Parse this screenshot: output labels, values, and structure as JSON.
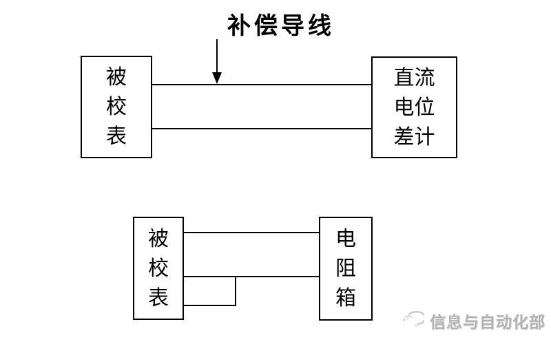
{
  "top_diagram": {
    "title": "补偿导线",
    "left_box_label": "被\n校\n表",
    "right_box_label": "直流\n电位\n差计"
  },
  "bottom_diagram": {
    "left_box_label": "被\n校\n表",
    "right_box_label": "电\n阻\n箱"
  },
  "watermark": {
    "text": "信息与自动化部"
  },
  "colors": {
    "line": "#000000",
    "box_border": "#000000",
    "watermark_gray": "#b2b2b2",
    "background": "#ffffff"
  },
  "icons": {
    "watermark_logo": "swirl-logo-icon",
    "arrow": "down-arrow-pointer"
  }
}
